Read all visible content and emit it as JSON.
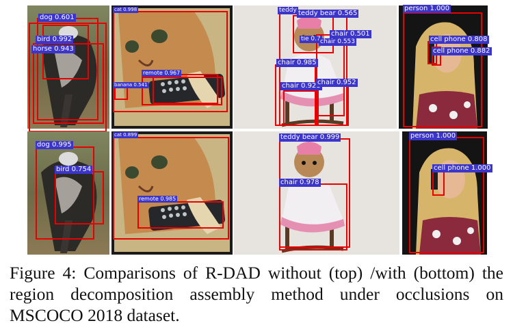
{
  "figure": {
    "rows": [
      {
        "name": "without",
        "panels": [
          {
            "name": "dog-bird-horse",
            "labels": [
              "dog 0.601",
              "bird 0.992",
              "horse 0.943"
            ]
          },
          {
            "name": "cat-remote",
            "labels": [
              "cat 0.998",
              "remote 0.967",
              "banana 0.541"
            ]
          },
          {
            "name": "teddy-chair",
            "labels": [
              "teddy",
              "teddy bear 0.565",
              "chair 0.501",
              "tie 0.7",
              "chair 0.553",
              "chair 0.985",
              "chair 0.928",
              "chair 0.952"
            ]
          },
          {
            "name": "person-phone",
            "labels": [
              "person 1.000",
              "cell phone 0.808",
              "cell phone 0.882"
            ]
          }
        ]
      },
      {
        "name": "with",
        "panels": [
          {
            "name": "dog-bird",
            "labels": [
              "dog 0.995",
              "bird 0.754"
            ]
          },
          {
            "name": "cat-remote",
            "labels": [
              "cat 0.899",
              "remote 0.985"
            ]
          },
          {
            "name": "teddy-chair",
            "labels": [
              "teddy bear 0.999",
              "chair 0.978"
            ]
          },
          {
            "name": "person-phone",
            "labels": [
              "person 1.000",
              "cell phone 1.000"
            ]
          }
        ]
      }
    ]
  },
  "caption": "Figure 4: Comparisons of R-DAD without (top) /with (bottom) the region decomposition assembly method under occlusions on MSCOCO 2018 dataset.",
  "colors": {
    "box": "#e60000",
    "label_bg": "#3c35c9"
  }
}
